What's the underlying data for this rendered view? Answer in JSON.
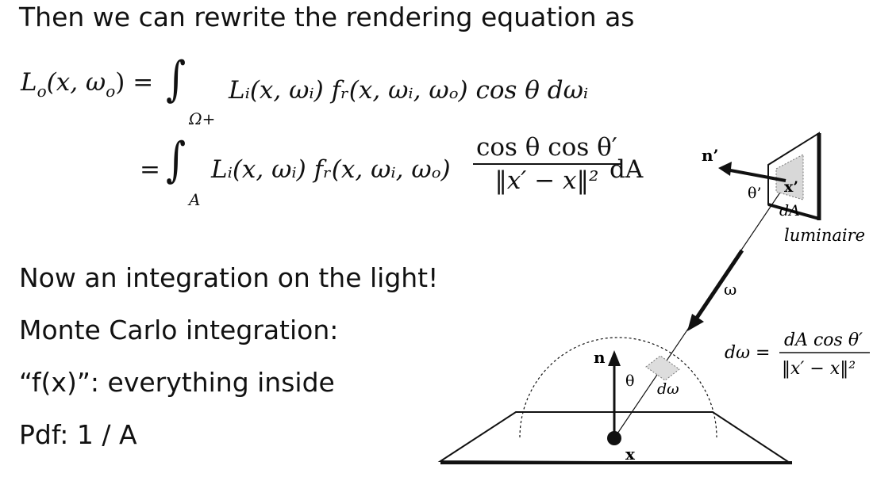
{
  "heading": "Then we can rewrite the rendering equation as",
  "bullets": [
    "Now an integration on the light!",
    "Monte Carlo integration:",
    "“f(x)”: everything inside",
    "Pdf: 1 / A"
  ],
  "equation": {
    "line1_lhs": "L",
    "line1_lhs_sub": "o",
    "line1_lhs_args": "(x, ω",
    "line1_lhs_args_sub": "o",
    "line1_lhs_close": ") =",
    "line1_int_lim": "Ω+",
    "line1_rhs": "Lᵢ(x, ωᵢ) fᵣ(x, ωᵢ, ωₒ) cos θ dωᵢ",
    "line2_eq": "=",
    "line2_int_lim": "A",
    "line2_rhs": "Lᵢ(x, ωᵢ) fᵣ(x, ωᵢ, ωₒ)",
    "line2_num": "cos θ cos θ′",
    "line2_den": "‖x′ − x‖²",
    "line2_tail": "dA"
  },
  "figure": {
    "label_n_prime": "n’",
    "label_theta_prime": "θ’",
    "label_x_prime": "x’",
    "label_dA": "dA",
    "label_luminaire": "luminaire",
    "label_omega": "ω",
    "label_n": "n",
    "label_theta": "θ",
    "label_domega": "dω",
    "label_x": "x",
    "formula_lhs": "dω =",
    "formula_num": "dA cos θ′",
    "formula_den": "‖x′ − x‖²"
  }
}
